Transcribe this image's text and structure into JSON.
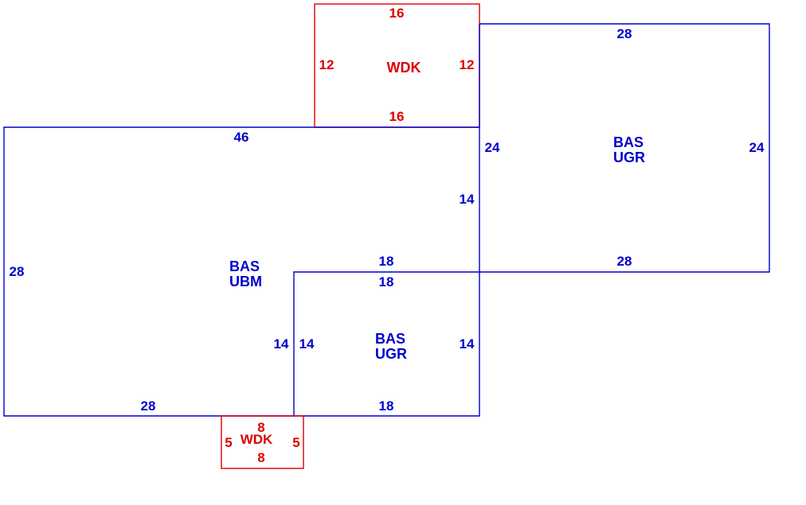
{
  "colors": {
    "living_area": "#0000cc",
    "deck": "#dd0000",
    "background": "#ffffff"
  },
  "areas": {
    "bas_ugr_upper": {
      "code": "BAS",
      "subcode": "UGR",
      "dims": {
        "top": "28",
        "left": "24",
        "right": "24",
        "bottom": "28"
      }
    },
    "bas_ubm": {
      "code": "BAS",
      "subcode": "UBM",
      "dims": {
        "top": "46",
        "left": "28",
        "right_upper": "14",
        "inner_top": "18",
        "inner_left": "14",
        "bottom": "28"
      }
    },
    "bas_ugr_lower": {
      "code": "BAS",
      "subcode": "UGR",
      "dims": {
        "top": "18",
        "left": "14",
        "right": "14",
        "bottom": "18"
      }
    },
    "wdk_top": {
      "code": "WDK",
      "dims": {
        "top": "16",
        "left": "12",
        "right": "12",
        "bottom": "16"
      }
    },
    "wdk_bottom": {
      "code": "WDK",
      "dims": {
        "top": "8",
        "left": "5",
        "right": "5",
        "bottom": "8"
      }
    }
  }
}
